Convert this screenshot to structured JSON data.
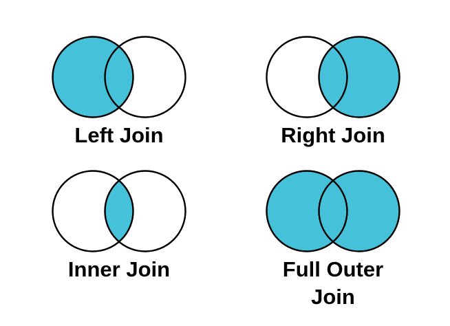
{
  "colors": {
    "shaded_fill": "#45C2D9",
    "circle_outline": "#000000",
    "background": "#FFFFFF",
    "label_text": "#000000"
  },
  "diagrams": [
    {
      "label": "Left Join",
      "shaded_region": "left"
    },
    {
      "label": "Right Join",
      "shaded_region": "right"
    },
    {
      "label": "Inner Join",
      "shaded_region": "intersection"
    },
    {
      "label": "Full Outer Join",
      "shaded_region": "both"
    }
  ]
}
